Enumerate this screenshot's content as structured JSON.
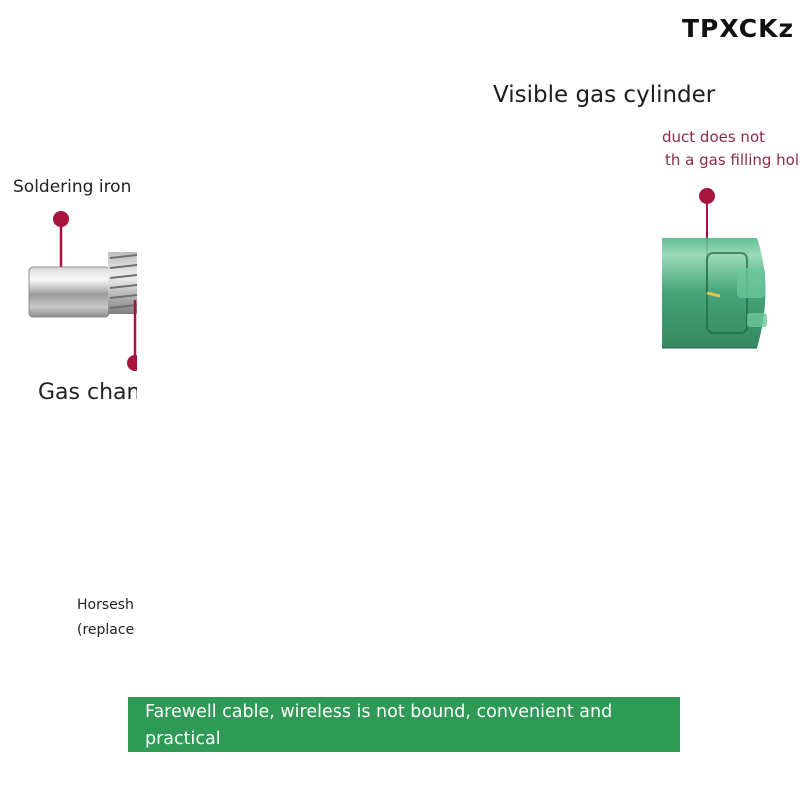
{
  "brand": {
    "name": "TPXCKz"
  },
  "labels": {
    "visible_gas_cylinder": "Visible gas cylinder",
    "soldering_iron": "Soldering iron",
    "gas_chamber": "Gas chan",
    "horseshoe_line1": "Horsesh",
    "horseshoe_line2": "(replace",
    "product_note_line1": "duct does not",
    "product_note_line2": "th a gas filling hole"
  },
  "banner": {
    "text": "Farewell cable, wireless is not bound, convenient and practical"
  },
  "colors": {
    "accent_maroon": "#a8123f",
    "banner_green": "#2e9a55",
    "cylinder_green": "#2f9a6a",
    "note_text": "#8b2b45"
  }
}
